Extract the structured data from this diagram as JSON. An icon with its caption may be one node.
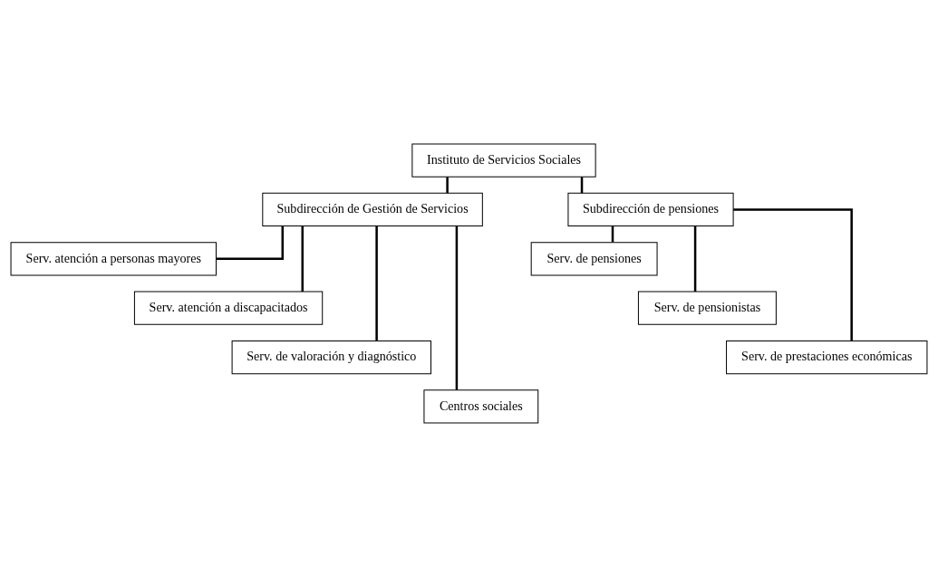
{
  "diagram": {
    "nodes": [
      {
        "text": [
          "Instituto de Servicios Sociales"
        ]
      },
      {
        "text": [
          "Subdirección de Gestión de Servicios"
        ]
      },
      {
        "text": [
          "Subdirección de pensiones"
        ]
      },
      {
        "text": [
          "Serv. atención a personas mayores"
        ]
      },
      {
        "text": [
          "Serv. atención a discapacitados"
        ]
      },
      {
        "text": [
          "Serv. de valoración y diagnóstico"
        ]
      },
      {
        "text": [
          "Centros sociales"
        ]
      },
      {
        "text": [
          "Serv. de pensiones"
        ]
      },
      {
        "text": [
          "Serv. de pensionistas"
        ]
      },
      {
        "text": [
          "Serv. de prestaciones económicas"
        ]
      }
    ],
    "edges": [
      {
        "from": 0,
        "to": 1,
        "arrow": "none"
      },
      {
        "from": 0,
        "to": 2,
        "arrow": "none"
      },
      {
        "from": 1,
        "to": 3,
        "arrow": "none"
      },
      {
        "from": 1,
        "to": 4,
        "arrow": "none"
      },
      {
        "from": 1,
        "to": 5,
        "arrow": "none"
      },
      {
        "from": 1,
        "to": 6,
        "arrow": "none"
      },
      {
        "from": 2,
        "to": 7,
        "arrow": "none"
      },
      {
        "from": 2,
        "to": 8,
        "arrow": "none"
      },
      {
        "from": 2,
        "to": 9,
        "arrow": "none"
      }
    ]
  }
}
